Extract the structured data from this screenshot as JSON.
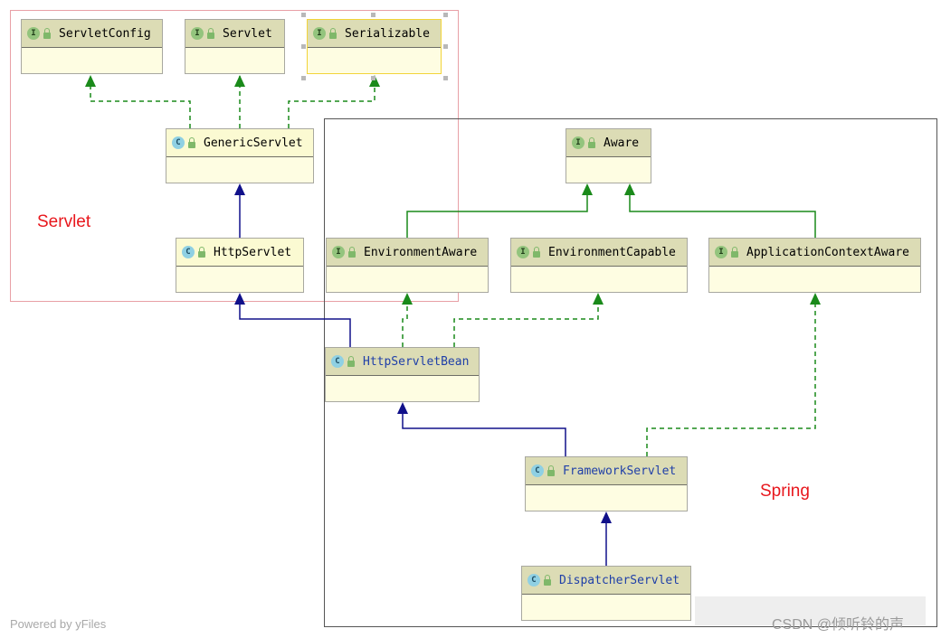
{
  "groups": {
    "servlet_label": "Servlet",
    "spring_label": "Spring"
  },
  "nodes": {
    "servlet_config": {
      "name": "ServletConfig",
      "kind": "interface",
      "badge": "I"
    },
    "servlet": {
      "name": "Servlet",
      "kind": "interface",
      "badge": "I"
    },
    "serializable": {
      "name": "Serializable",
      "kind": "interface",
      "badge": "I"
    },
    "generic_servlet": {
      "name": "GenericServlet",
      "kind": "abstract-class",
      "badge": "C"
    },
    "http_servlet": {
      "name": "HttpServlet",
      "kind": "abstract-class",
      "badge": "C"
    },
    "aware": {
      "name": "Aware",
      "kind": "interface",
      "badge": "I"
    },
    "environment_aware": {
      "name": "EnvironmentAware",
      "kind": "interface",
      "badge": "I"
    },
    "environment_capable": {
      "name": "EnvironmentCapable",
      "kind": "interface",
      "badge": "I"
    },
    "application_context_aware": {
      "name": "ApplicationContextAware",
      "kind": "interface",
      "badge": "I"
    },
    "http_servlet_bean": {
      "name": "HttpServletBean",
      "kind": "abstract-class",
      "badge": "C"
    },
    "framework_servlet": {
      "name": "FrameworkServlet",
      "kind": "abstract-class",
      "badge": "C"
    },
    "dispatcher_servlet": {
      "name": "DispatcherServlet",
      "kind": "class",
      "badge": "C"
    }
  },
  "edges": [
    {
      "from": "GenericServlet",
      "to": "ServletConfig",
      "type": "implements"
    },
    {
      "from": "GenericServlet",
      "to": "Servlet",
      "type": "implements"
    },
    {
      "from": "GenericServlet",
      "to": "Serializable",
      "type": "implements"
    },
    {
      "from": "HttpServlet",
      "to": "GenericServlet",
      "type": "extends"
    },
    {
      "from": "EnvironmentAware",
      "to": "Aware",
      "type": "extends-interface"
    },
    {
      "from": "ApplicationContextAware",
      "to": "Aware",
      "type": "extends-interface"
    },
    {
      "from": "HttpServletBean",
      "to": "HttpServlet",
      "type": "extends"
    },
    {
      "from": "HttpServletBean",
      "to": "EnvironmentAware",
      "type": "implements"
    },
    {
      "from": "HttpServletBean",
      "to": "EnvironmentCapable",
      "type": "implements"
    },
    {
      "from": "FrameworkServlet",
      "to": "HttpServletBean",
      "type": "extends"
    },
    {
      "from": "FrameworkServlet",
      "to": "ApplicationContextAware",
      "type": "implements"
    },
    {
      "from": "DispatcherServlet",
      "to": "FrameworkServlet",
      "type": "extends"
    }
  ],
  "colors": {
    "servlet_group_border": "#e8a0a6",
    "spring_group_border": "#555555",
    "group_label": "#e8171d",
    "implements_edge": "#1a8a1a",
    "extends_edge": "#10108a",
    "interface_header": "#dcdcb5",
    "class_header": "#fbfad2",
    "body": "#fefde2",
    "spring_name": "#1f3fa8"
  },
  "footer": {
    "powered_by": "Powered by yFiles",
    "watermark": "CSDN @倾听铃的声"
  }
}
